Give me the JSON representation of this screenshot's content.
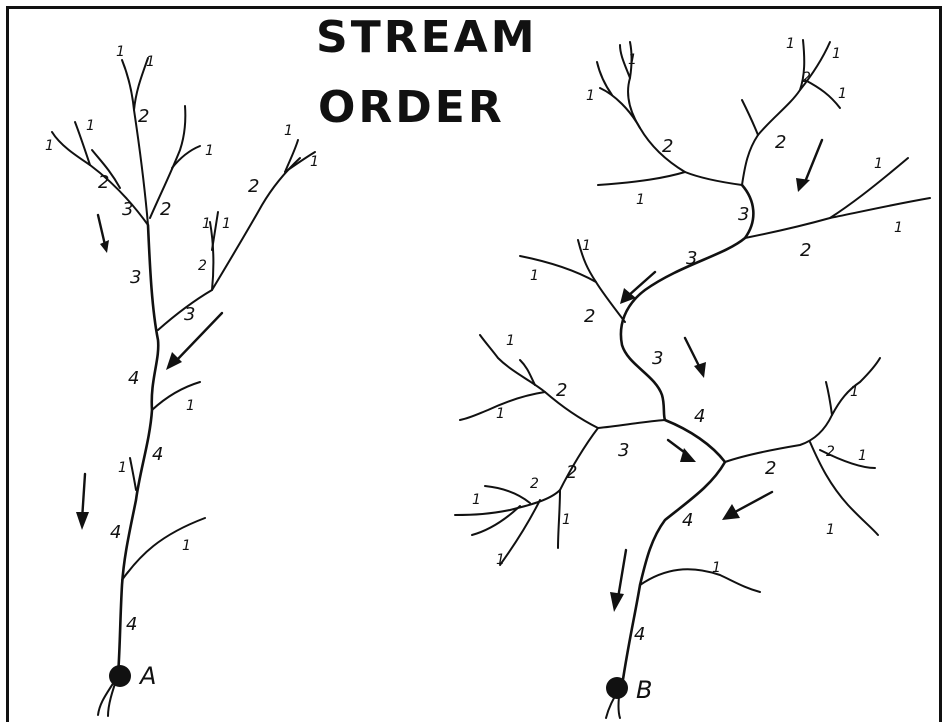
{
  "title": {
    "line1": "STREAM",
    "line2": "ORDER"
  },
  "outlets": {
    "a": "A",
    "b": "B"
  },
  "labels": {
    "a": {
      "top1a": "1",
      "top1b": "1",
      "n2top": "2",
      "l1a": "1",
      "l1b": "1",
      "r1top": "1",
      "n2left": "2",
      "n3top": "3",
      "n2mid": "2",
      "s1a": "1",
      "s1b": "1",
      "n2small": "2",
      "r1a": "1",
      "r1b": "1",
      "n2right": "2",
      "n3left": "3",
      "n3join": "3",
      "n4a": "4",
      "t1a": "1",
      "n4b": "4",
      "t1b": "1",
      "n4c": "4",
      "t1c": "1",
      "n4d": "4"
    },
    "b": {
      "tl1a": "1",
      "tl1b": "1",
      "n2tl": "2",
      "tr1a": "1",
      "tr1b": "1",
      "n2tr": "2",
      "tr1c": "1",
      "n2c": "2",
      "b1left": "1",
      "n3up": "3",
      "e1a": "1",
      "e1b": "1",
      "n2e": "2",
      "w1a": "1",
      "w1b": "1",
      "n3mid": "3",
      "n2w": "2",
      "n3main": "3",
      "sw1a": "1",
      "sw1b": "1",
      "n2sw": "2",
      "n4main": "4",
      "n3low": "3",
      "ll1a": "1",
      "ll2small": "2",
      "n2ll": "2",
      "ll1b": "1",
      "ll1c": "1",
      "se1a": "1",
      "n2se": "2",
      "se1b": "1",
      "se1c": "1",
      "n2se2": "2",
      "n4se": "4",
      "t1low": "1",
      "n4bottom": "4"
    }
  }
}
